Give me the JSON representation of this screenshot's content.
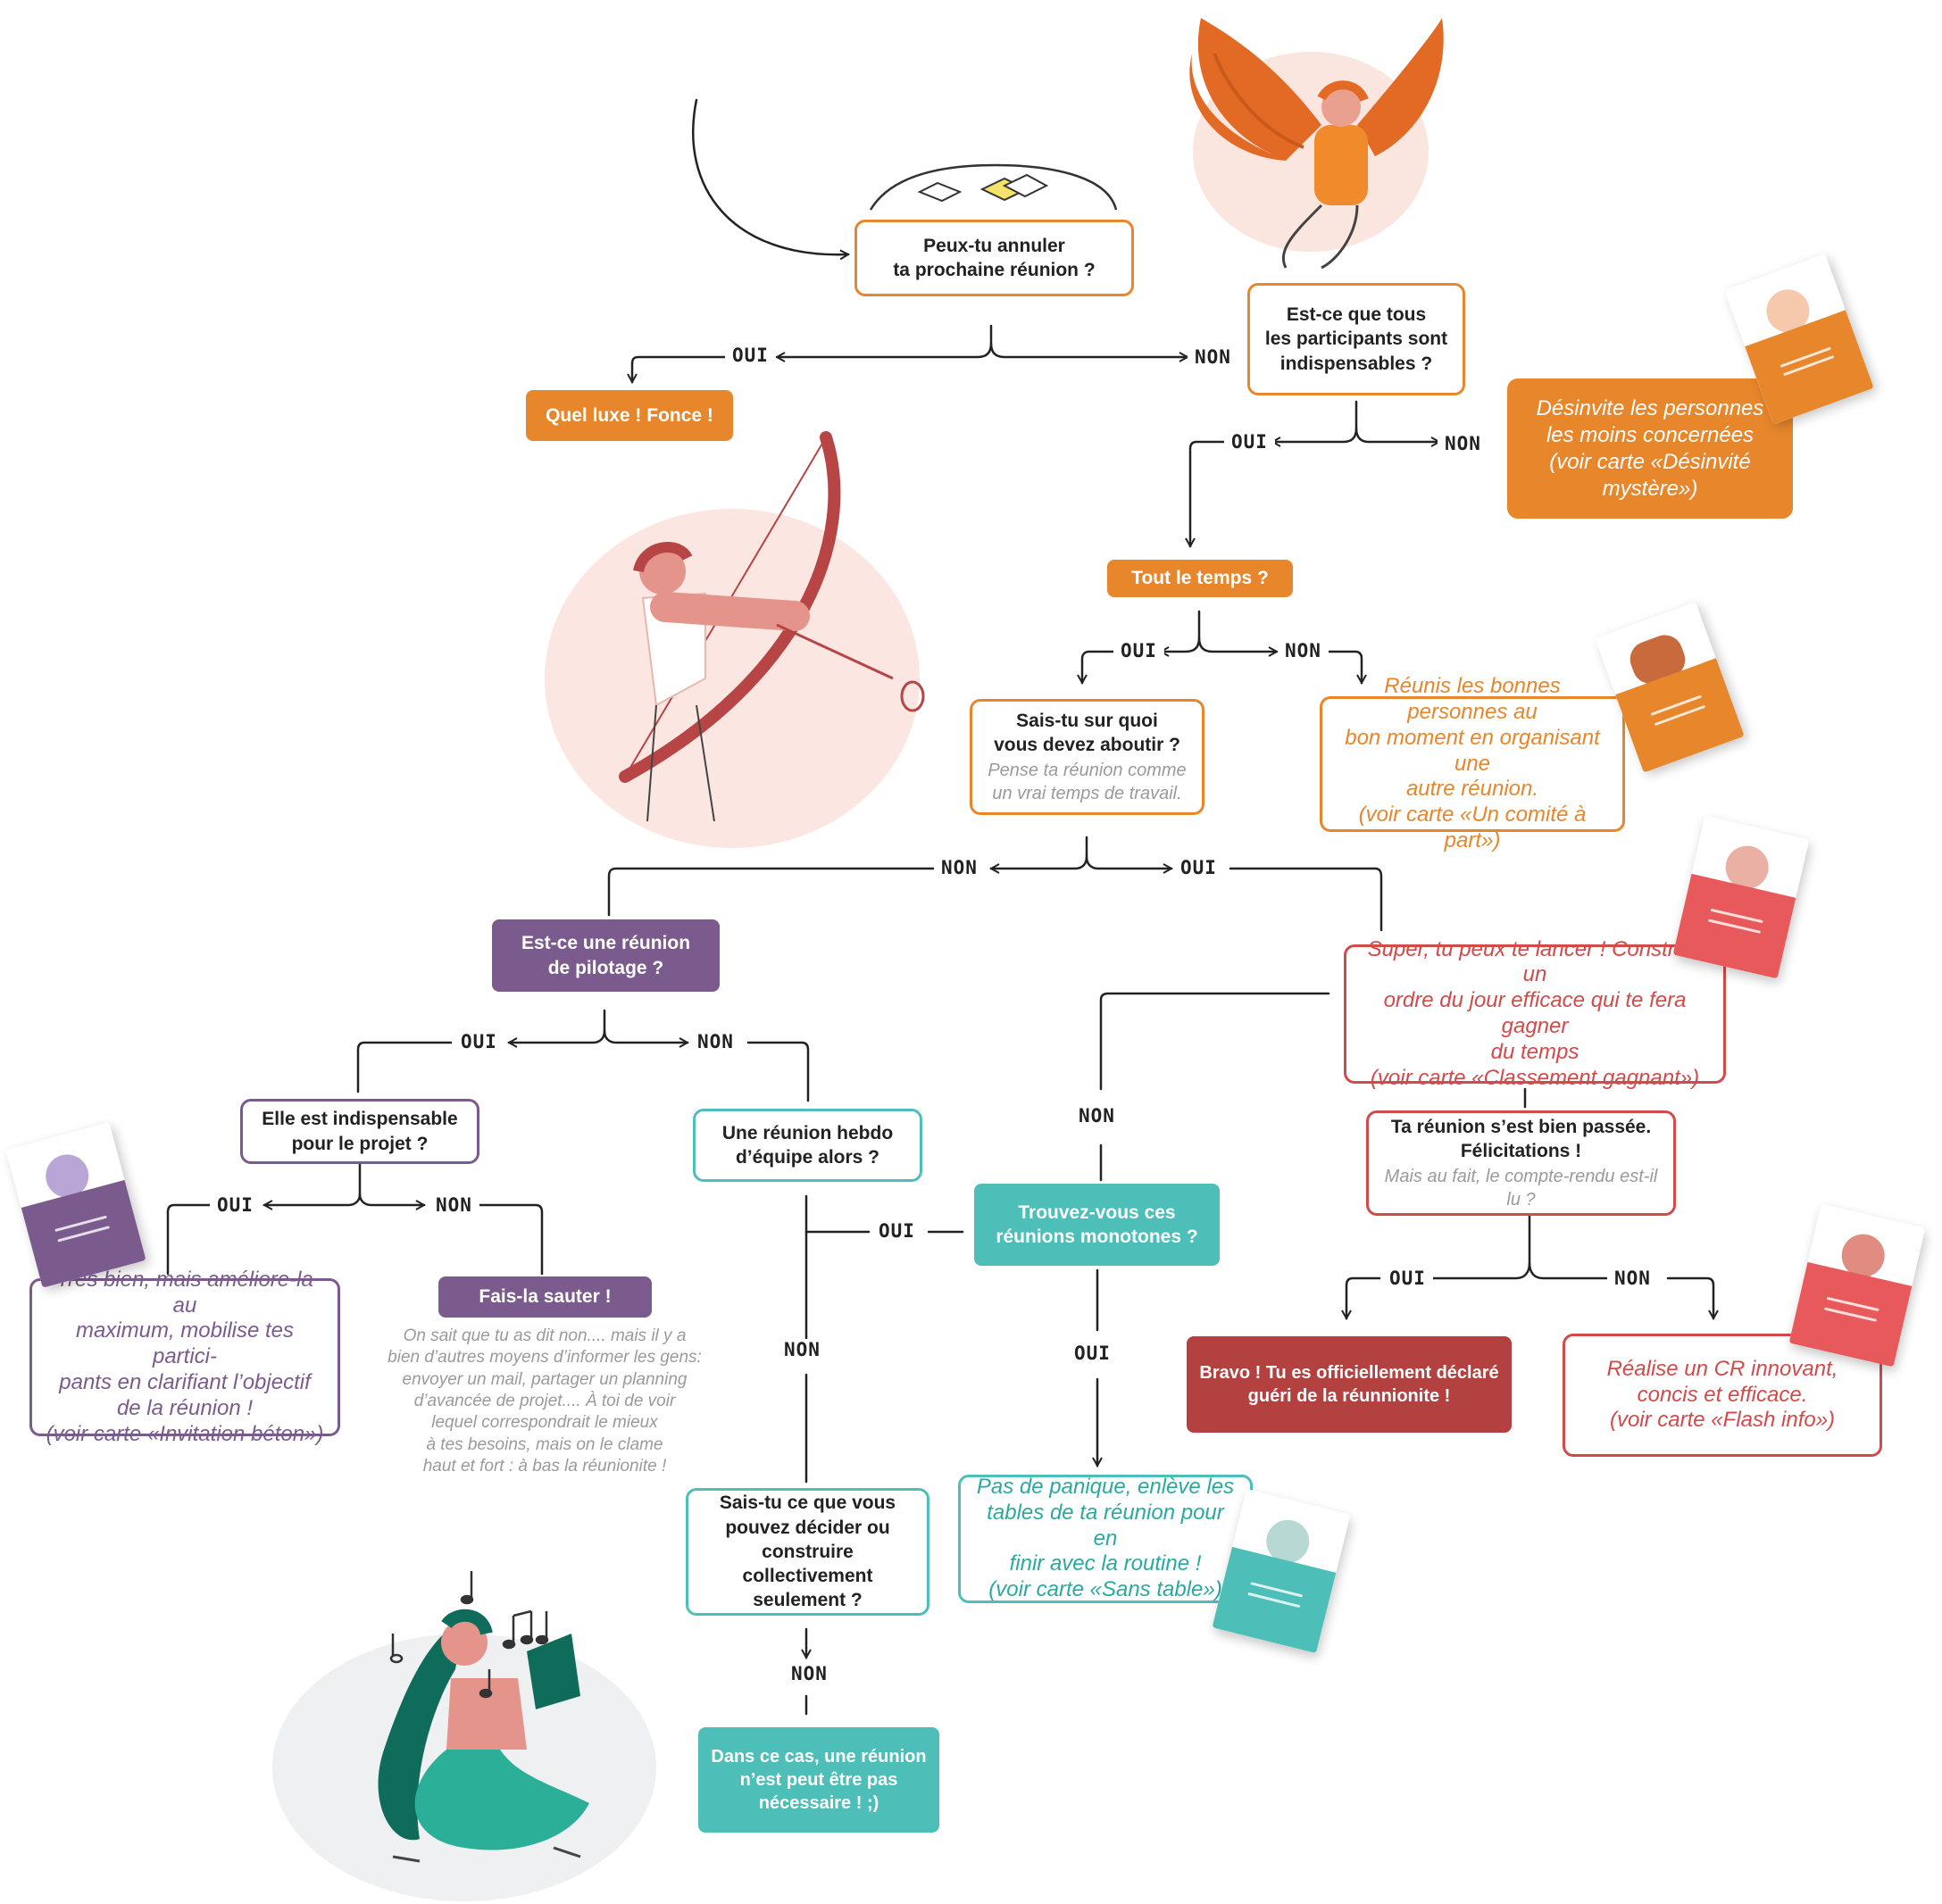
{
  "colors": {
    "orange": "#e7862b",
    "purple": "#7b5a8e",
    "teal": "#4dbfb8",
    "red": "#d24a4a",
    "dark_red": "#b3413f",
    "line": "#222222"
  },
  "nodes": {
    "q_cancel": "Peux-tu annuler\nta prochaine réunion ?",
    "a_luxe": "Quel luxe ! Fonce !",
    "q_participants": "Est-ce que tous\nles participants sont\nindispensables ?",
    "a_desinvite": "Désinvite les personnes\nles moins concernées\n(voir carte «Désinvité mystère»)",
    "q_tout_temps": "Tout le temps ?",
    "q_aboutir": "Sais-tu sur quoi\nvous devez aboutir ?",
    "q_aboutir_sub": "Pense ta réunion comme\nun vrai temps de travail.",
    "a_reunis": "Réunis les bonnes personnes au\nbon moment en organisant une\nautre réunion.\n(voir carte «Un comité à part»)",
    "q_pilotage": "Est-ce une réunion\nde pilotage ?",
    "a_super": "Super, tu peux te lancer ! Construis un\nordre du jour efficace qui te fera gagner\ndu temps\n(voir carte «Classement gagnant»)",
    "q_indispensable": "Elle est indispensable\npour le projet ?",
    "q_hebdo": "Une réunion hebdo\nd’équipe alors ?",
    "q_bien_passee": "Ta réunion s’est bien passée.\nFélicitations !",
    "q_bien_passee_sub": "Mais au fait, le compte-rendu est-il lu ?",
    "q_monotones": "Trouvez-vous ces\nréunions monotones ?",
    "a_tres_bien": "Très bien, mais améliore-la au\nmaximum, mobilise tes partici-\npants en clarifiant l’objectif\nde la réunion !\n(voir carte «Invitation béton»)",
    "a_sauter": "Fais-la sauter !",
    "a_sauter_note": "On sait que tu as dit non.... mais il y a\nbien d’autres moyens d’informer les gens:\nenvoyer un mail, partager un planning\nd’avancée de projet.... À toi de voir\nlequel correspondrait le mieux\nà tes besoins, mais on le clame\nhaut et fort : à bas la réunionite !",
    "a_bravo": "Bravo ! Tu es officiellement déclaré\nguéri de la réunnionite !",
    "a_realise": "Réalise un CR innovant,\nconcis et efficace.\n(voir carte «Flash info»)",
    "a_panique": "Pas de panique, enlève les\ntables de ta réunion pour en\nfinir avec la routine !\n(voir carte «Sans table»)",
    "q_decider": "Sais-tu ce que vous\npouvez décider ou\nconstruire collectivement\nseulement ?",
    "a_pas_necessaire": "Dans ce cas, une réunion\nn’est peut être pas\nnécessaire ! ;)"
  },
  "labels": {
    "oui": "OUI",
    "non": "NON"
  },
  "card_icons": [
    "desinvite-card-icon",
    "comite-card-icon",
    "classement-card-icon",
    "invitation-card-icon",
    "flash-info-card-icon",
    "sans-table-card-icon"
  ]
}
